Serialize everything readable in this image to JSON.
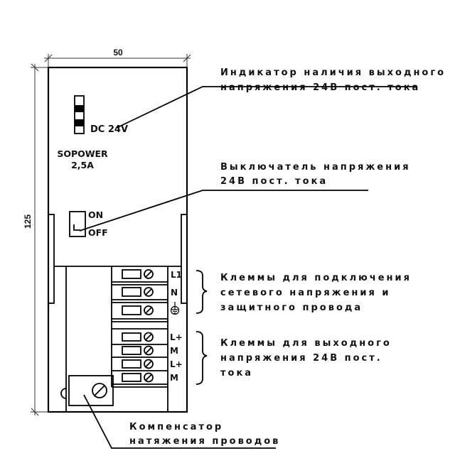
{
  "dimensions": {
    "width_label": "50",
    "height_label": "125"
  },
  "device": {
    "indicator_label": "DC 24V",
    "model_name": "SOPOWER",
    "model_rating": "2,5A",
    "switch_on_label": "ON",
    "switch_off_label": "OFF",
    "input_terminals": [
      {
        "label": "L1",
        "icon": "none"
      },
      {
        "label": "N",
        "icon": "none"
      },
      {
        "label": "",
        "icon": "ground-icon"
      }
    ],
    "output_terminals": [
      {
        "label": "L+"
      },
      {
        "label": "M"
      },
      {
        "label": "L+"
      },
      {
        "label": "M"
      }
    ]
  },
  "annotations": {
    "indicator": [
      "Индикатор наличия выходного",
      "напряжения 24В пост. тока"
    ],
    "switch": [
      "Выключатель напряжения",
      "24В пост. тока"
    ],
    "input_terminals": [
      "Клеммы для подключения",
      "сетевого напряжения и",
      "защитного провода"
    ],
    "output_terminals": [
      "Клеммы для выходного",
      "напряжения 24В пост.",
      "тока"
    ],
    "strain_relief": [
      "Компенсатор",
      "натяжения проводов"
    ]
  },
  "colors": {
    "line": "#000000",
    "background": "#ffffff"
  }
}
